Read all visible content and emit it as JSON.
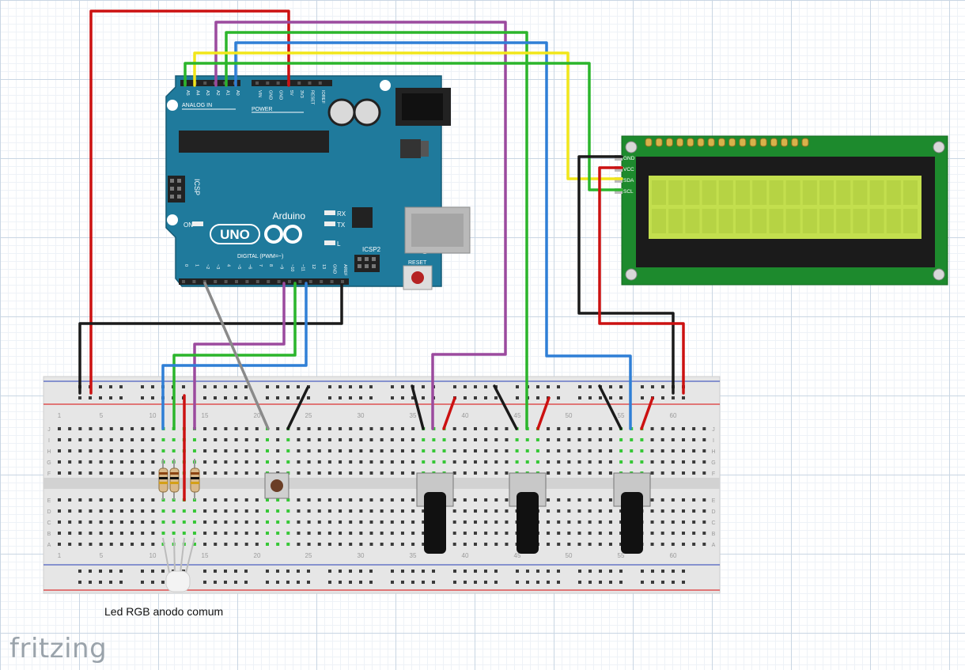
{
  "arduino": {
    "brand": "Arduino",
    "model": "UNO",
    "analog_header": "ANALOG IN",
    "power_header": "POWER",
    "digital_header": "DIGITAL (PWM=~)",
    "analog_pins": [
      "A5",
      "A4",
      "A3",
      "A2",
      "A1",
      "A0"
    ],
    "power_pins": [
      "VIN",
      "GND",
      "GND",
      "5V",
      "3V3",
      "RESET",
      "IOREF"
    ],
    "digital_pins": [
      "0",
      "1",
      "~2",
      "~3",
      "4",
      "~5",
      "~6",
      "7",
      "8",
      "~9",
      "~10",
      "~11",
      "12",
      "13",
      "GND",
      "AREF"
    ],
    "icsp": "ICSP",
    "icsp2": "ICSP2",
    "on": "ON",
    "rx": "RX",
    "tx": "TX",
    "l": "L",
    "reset": "RESET"
  },
  "lcd": {
    "pins": [
      "GND",
      "VCC",
      "SDA",
      "SCL"
    ],
    "backlight_color": "#c3df4e"
  },
  "breadboard": {
    "column_numbers": [
      "1",
      "5",
      "10",
      "15",
      "20",
      "25",
      "30",
      "35",
      "40",
      "45",
      "50",
      "55",
      "60"
    ],
    "row_letters_top": [
      "J",
      "I",
      "H",
      "G",
      "F"
    ],
    "row_letters_bottom": [
      "E",
      "D",
      "C",
      "B",
      "A"
    ]
  },
  "caption": "Led RGB anodo comum",
  "logo": "fritzing",
  "colors": {
    "board_blue": "#1f7a9c",
    "wire_red": "#cc1111",
    "wire_black": "#1a1a1a",
    "wire_purple": "#9b4a9e",
    "wire_green": "#2bb52b",
    "wire_blue": "#2f7fd6",
    "wire_yellow": "#f1e61a",
    "wire_gray": "#8a8a8a",
    "hole_green": "#37c737"
  }
}
